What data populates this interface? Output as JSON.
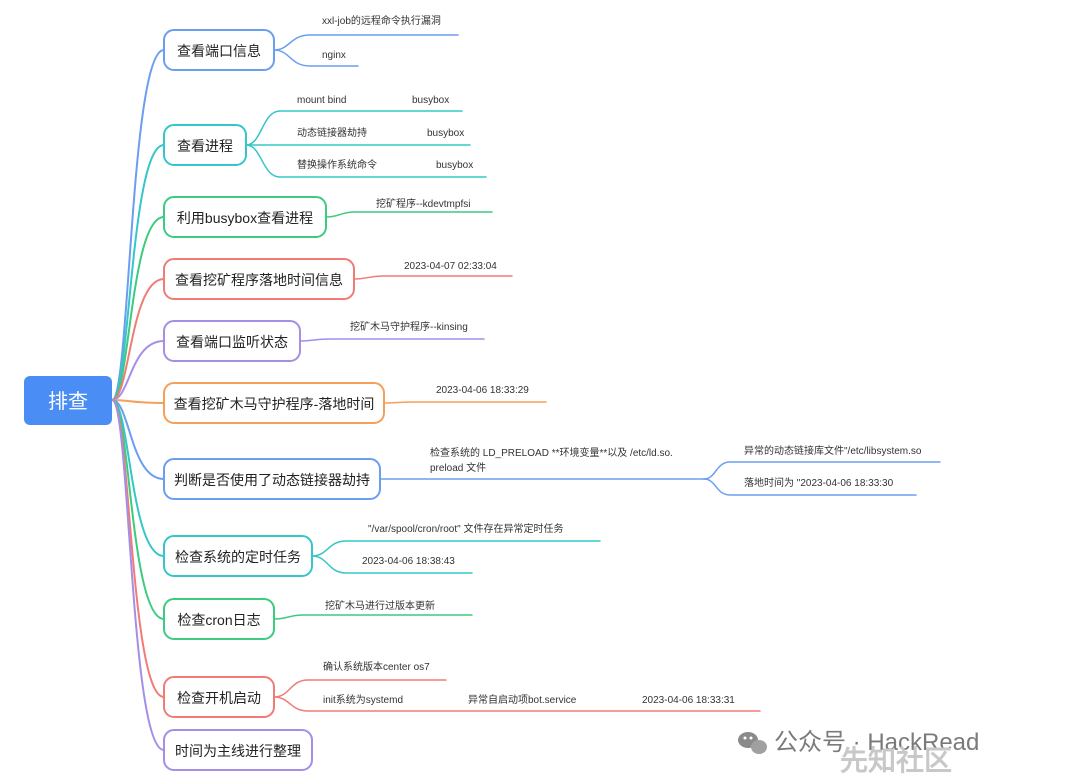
{
  "root": {
    "label": "排查",
    "color": "#4a8ef5"
  },
  "branches": [
    {
      "id": "b1",
      "label": "查看端口信息",
      "color": "#6b9ef0",
      "leaves": [
        {
          "text": "xxl-job的远程命令执行漏洞"
        },
        {
          "text": "nginx"
        }
      ]
    },
    {
      "id": "b2",
      "label": "查看进程",
      "color": "#35c6c9",
      "leaves": [
        {
          "text": "mount bind",
          "extra": "busybox"
        },
        {
          "text": "动态链接器劫持",
          "extra": "busybox"
        },
        {
          "text": "替换操作系统命令",
          "extra": "busybox"
        }
      ]
    },
    {
      "id": "b3",
      "label": "利用busybox查看进程",
      "color": "#3ccb7f",
      "leaves": [
        {
          "text": "挖矿程序--kdevtmpfsi"
        }
      ]
    },
    {
      "id": "b4",
      "label": "查看挖矿程序落地时间信息",
      "color": "#f07c75",
      "leaves": [
        {
          "text": "2023-04-07 02:33:04"
        }
      ]
    },
    {
      "id": "b5",
      "label": "查看端口监听状态",
      "color": "#a58ee8",
      "leaves": [
        {
          "text": "挖矿木马守护程序--kinsing"
        }
      ]
    },
    {
      "id": "b6",
      "label": "查看挖矿木马守护程序-落地时间",
      "color": "#f5a05a",
      "leaves": [
        {
          "text": "2023-04-06 18:33:29"
        }
      ]
    },
    {
      "id": "b7",
      "label": "判断是否使用了动态链接器劫持",
      "color": "#6b9ef0",
      "leaves": [
        {
          "text": "检查系统的 LD_PRELOAD **环境变量**以及 /etc/ld.so.",
          "text2": "preload 文件",
          "children": [
            {
              "text": "异常的动态链接库文件\"/etc/libsystem.so"
            },
            {
              "text": "落地时间为 \"2023-04-06 18:33:30"
            }
          ]
        }
      ]
    },
    {
      "id": "b8",
      "label": "检查系统的定时任务",
      "color": "#35c6c9",
      "leaves": [
        {
          "text": "\"/var/spool/cron/root\"  文件存在异常定时任务"
        },
        {
          "text": "2023-04-06 18:38:43"
        }
      ]
    },
    {
      "id": "b9",
      "label": "检查cron日志",
      "color": "#3ccb7f",
      "leaves": [
        {
          "text": "挖矿木马进行过版本更新"
        }
      ]
    },
    {
      "id": "b10",
      "label": "检查开机启动",
      "color": "#f07c75",
      "leaves": [
        {
          "text": "确认系统版本center os7"
        },
        {
          "text": "init系统为systemd",
          "extra": "异常自启动项bot.service",
          "extra2": "2023-04-06 18:33:31"
        }
      ]
    },
    {
      "id": "b11",
      "label": "时间为主线进行整理",
      "color": "#a58ee8",
      "leaves": []
    }
  ],
  "watermark": {
    "account": "公众号 · HackRead",
    "site": "先知社区",
    "icon": "wechat-icon"
  }
}
